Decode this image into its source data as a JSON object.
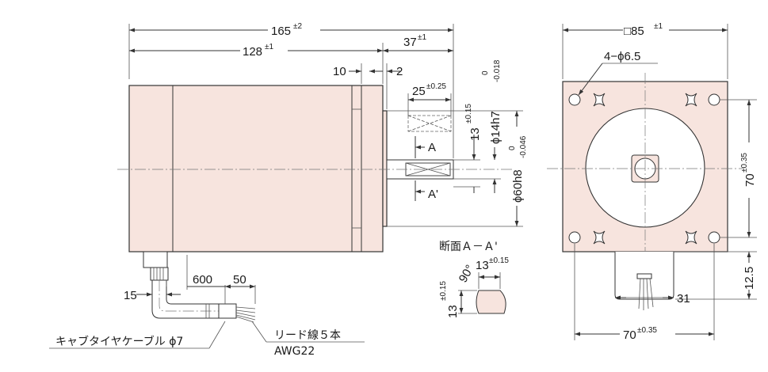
{
  "side_view": {
    "overall_length": {
      "value": "165",
      "tol": "±2"
    },
    "body_length": {
      "value": "128",
      "tol": "±1"
    },
    "shaft_length": {
      "value": "37",
      "tol": "±1"
    },
    "flange_thickness": "10",
    "pilot_length": "2",
    "key_length": {
      "value": "25",
      "tol": "±0.25"
    },
    "key_offset": {
      "value": "13",
      "tol": "±0.15"
    },
    "shaft_diameter": {
      "prefix": "ϕ14h7",
      "tol_upper": "0",
      "tol_lower": "-0.018"
    },
    "pilot_diameter": {
      "prefix": "ϕ60h8",
      "tol_upper": "0",
      "tol_lower": "-0.046"
    },
    "section_mark_top": "A",
    "section_mark_bottom": "A'",
    "cable_offset": "15",
    "cable_length": "600",
    "strip_length": "50",
    "cable_label": "キャブタイヤケーブル ϕ7",
    "lead_label": "リード線５本",
    "awg_label": "AWG22"
  },
  "section_view": {
    "title": "断面Ａ－Ａ'",
    "angle": "90°",
    "width": {
      "value": "13",
      "tol": "±0.15"
    },
    "height": {
      "value": "13",
      "tol": "±0.15"
    }
  },
  "front_view": {
    "flange_size": {
      "value": "□85",
      "tol": "±1"
    },
    "holes": "4−ϕ6.5",
    "pitch_vertical": {
      "value": "70",
      "tol": "±0.35"
    },
    "pitch_horizontal": {
      "value": "70",
      "tol": "±0.35"
    },
    "box_height": "12.5",
    "box_width": "31"
  },
  "colors": {
    "body_fill": "#f7e4de",
    "line": "#333333"
  }
}
